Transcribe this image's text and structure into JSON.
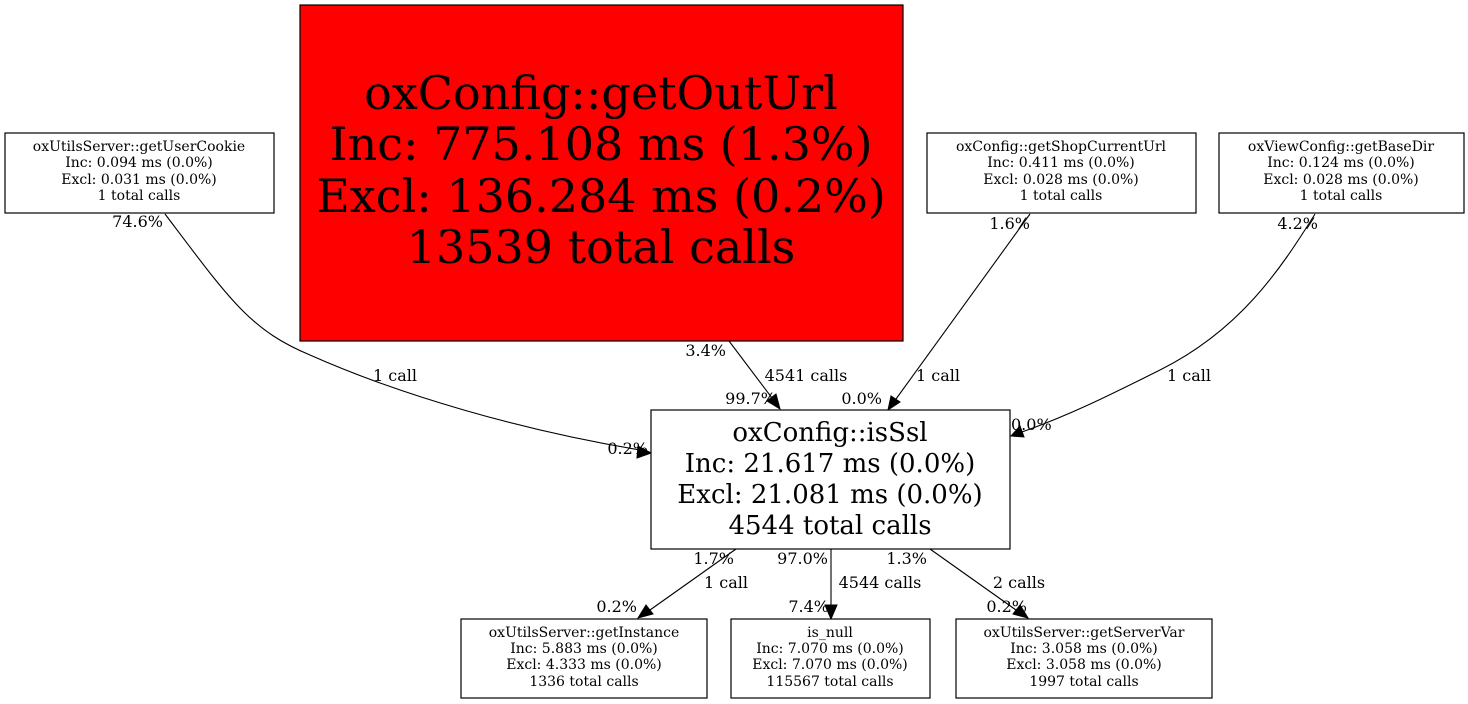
{
  "nodes": {
    "getOutUrl": {
      "lines": [
        "oxConfig::getOutUrl",
        "Inc: 775.108 ms (1.3%)",
        "Excl: 136.284 ms (0.2%)",
        "13539 total calls"
      ],
      "fill": "#ff0000"
    },
    "getUserCookie": {
      "lines": [
        "oxUtilsServer::getUserCookie",
        "Inc: 0.094 ms (0.0%)",
        "Excl: 0.031 ms (0.0%)",
        "1 total calls"
      ],
      "fill": "#ffffff"
    },
    "getShopCurrentUrl": {
      "lines": [
        "oxConfig::getShopCurrentUrl",
        "Inc: 0.411 ms (0.0%)",
        "Excl: 0.028 ms (0.0%)",
        "1 total calls"
      ],
      "fill": "#ffffff"
    },
    "getBaseDir": {
      "lines": [
        "oxViewConfig::getBaseDir",
        "Inc: 0.124 ms (0.0%)",
        "Excl: 0.028 ms (0.0%)",
        "1 total calls"
      ],
      "fill": "#ffffff"
    },
    "isSsl": {
      "lines": [
        "oxConfig::isSsl",
        "Inc: 21.617 ms (0.0%)",
        "Excl: 21.081 ms (0.0%)",
        "4544 total calls"
      ],
      "fill": "#ffffff"
    },
    "getInstance": {
      "lines": [
        "oxUtilsServer::getInstance",
        "Inc: 5.883 ms (0.0%)",
        "Excl: 4.333 ms (0.0%)",
        "1336 total calls"
      ],
      "fill": "#ffffff"
    },
    "is_null": {
      "lines": [
        "is_null",
        "Inc: 7.070 ms (0.0%)",
        "Excl: 7.070 ms (0.0%)",
        "115567 total calls"
      ],
      "fill": "#ffffff"
    },
    "getServerVar": {
      "lines": [
        "oxUtilsServer::getServerVar",
        "Inc: 3.058 ms (0.0%)",
        "Excl: 3.058 ms (0.0%)",
        "1997 total calls"
      ],
      "fill": "#ffffff"
    }
  },
  "edges": [
    {
      "from": "getUserCookie",
      "to": "isSsl",
      "calls": "1 call",
      "tail_pct": "74.6%",
      "head_pct": "0.2%"
    },
    {
      "from": "getOutUrl",
      "to": "isSsl",
      "calls": "4541 calls",
      "tail_pct": "3.4%",
      "head_pct": "99.7%"
    },
    {
      "from": "getShopCurrentUrl",
      "to": "isSsl",
      "calls": "1 call",
      "tail_pct": "1.6%",
      "head_pct": "0.0%"
    },
    {
      "from": "getBaseDir",
      "to": "isSsl",
      "calls": "1 call",
      "tail_pct": "4.2%",
      "head_pct": "0.0%"
    },
    {
      "from": "isSsl",
      "to": "getInstance",
      "calls": "1 call",
      "tail_pct": "1.7%",
      "head_pct": "0.2%"
    },
    {
      "from": "isSsl",
      "to": "is_null",
      "calls": "4544 calls",
      "tail_pct": "97.0%",
      "head_pct": "7.4%"
    },
    {
      "from": "isSsl",
      "to": "getServerVar",
      "calls": "2 calls",
      "tail_pct": "1.3%",
      "head_pct": "0.2%"
    }
  ]
}
